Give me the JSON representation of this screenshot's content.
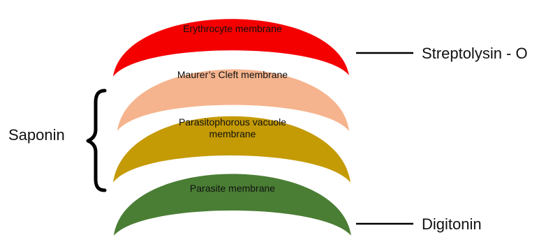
{
  "membranes": [
    {
      "label_lines": [
        "Erythrocyte membrane"
      ],
      "color": "#f40000"
    },
    {
      "label_lines": [
        "Maurer’s Cleft membrane"
      ],
      "color": "#f5b48e"
    },
    {
      "label_lines": [
        "Parasitophorous vacuole",
        "membrane"
      ],
      "color": "#c49a05"
    },
    {
      "label_lines": [
        "Parasite membrane"
      ],
      "color": "#4a7e34"
    }
  ],
  "agents": {
    "streptolysin": "Streptolysin - O",
    "saponin": "Saponin",
    "digitonin": "Digitonin"
  }
}
